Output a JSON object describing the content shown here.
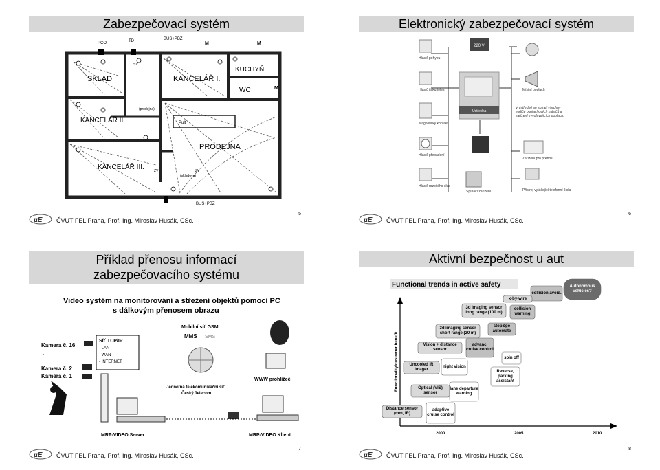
{
  "footer_text": "ČVUT FEL Praha, Prof. Ing. Miroslav Husák, CSc.",
  "slides": [
    {
      "title": "Zabezpečovací systém",
      "page": "5",
      "plan": {
        "rooms": [
          "SKLAD",
          "KANCELÁŘ I.",
          "KUCHYŇ",
          "WC",
          "KANCELÁŘ II.",
          "PRODEJNA",
          "KANCELÁŘ III."
        ],
        "labels": [
          "PCO",
          "TD",
          "BUS+PBZ",
          "M",
          "M",
          "M",
          "SV",
          "ZV",
          "Pult",
          "(skladova)",
          "(prodejna)",
          "ZV",
          "BUS+PBZ"
        ]
      }
    },
    {
      "title": "Elektronický zabezpečovací systém",
      "page": "6",
      "diagram": {
        "power": "220 V",
        "centre": "Ústředna",
        "left_items": [
          "Hlásič pohybu",
          "Hlásič tlaku těles",
          "Magnetický kontakt",
          "Hlásič přepadení",
          "Hlásič rozbitého skla"
        ],
        "right_items": [
          "Místní poplach",
          "Zařízení pro přenos",
          "Přístroj vytáčející telefonní čísla"
        ],
        "right_note": "V ústředně se sbírají všechny vodiče poplachových hlásičů a zařízení vyvolávajících poplach.",
        "bottom_item": "Spínací zařízení"
      }
    },
    {
      "title_line1": "Příklad přenosu informací",
      "title_line2": "zabezpečovacího systému",
      "page": "7",
      "figure": {
        "heading1": "Video systém na monitorování a střežení objektů pomocí PC",
        "heading2": "s dálkovým přenosem obrazu",
        "cameras": [
          "Kamera č. 16",
          ".",
          ".",
          "Kamera č. 2",
          "Kamera č. 1"
        ],
        "net_title": "Síť TCP/IP",
        "net_items": [
          "- LAN",
          "- WAN",
          "- INTERNET"
        ],
        "gsm": "Mobilní síť GSM",
        "mms": "MMS",
        "sms": "SMS",
        "telecom1": "Jednotná telekomunikační síť",
        "telecom2": "Český Telecom",
        "www": "WWW prohlížeč",
        "server": "MRP-VIDEO Server",
        "client": "MRP-VIDEO Klient"
      }
    },
    {
      "title": "Aktivní bezpečnost u aut",
      "page": "8",
      "chart": {
        "heading": "Functional trends in active safety",
        "ylabel": "Functionality/customer benefit",
        "years": [
          "2000",
          "2005",
          "2010"
        ],
        "boxes": [
          "Autonomous vehicles?",
          "collision avoid.",
          "x-by-wire",
          "3d imaging sensor long range (100 m)",
          "collision warning",
          "3d imaging sensor short range (20 m)",
          "stop&go automate",
          "Vision + distance sensor",
          "advanc. cruise control",
          "spin off",
          "Uncooled IR imager",
          "night vision",
          "Reverse, parking assistant",
          "Optical (VIS) sensor",
          "lane departure warning",
          "Distance sensor (mm, IR)",
          "adaptive cruise control"
        ]
      }
    }
  ]
}
